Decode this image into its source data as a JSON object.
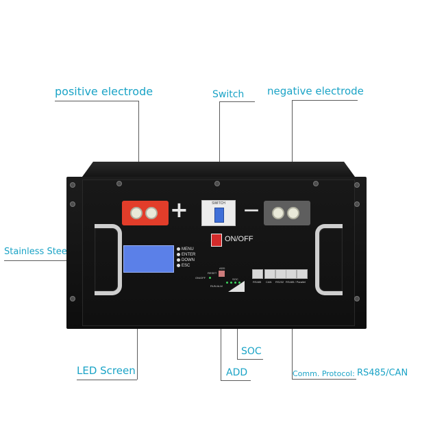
{
  "callouts": {
    "positive": "positive electrode",
    "switch": "Switch",
    "negative": "negative electrode",
    "handle": "Stainless Steel Handle",
    "led": "LED Screen",
    "soc": "SOC",
    "add": "ADD",
    "comm_label": "Comm. Protocol:",
    "comm_value": "RS485/CAN"
  },
  "panel": {
    "switch_label": "SWITCH",
    "onoff": "ON/OFF",
    "menu": [
      "MENU",
      "ENTER",
      "DOWN",
      "ESC"
    ],
    "reset": "RESET",
    "add_small": "ADD",
    "onoff_small": "ON/OFF",
    "run_alm": "RUN ALM",
    "soc_small": "SOC",
    "plus": "+",
    "minus": "—",
    "ports": [
      "RS485",
      "CAN",
      "RS232",
      "RS485 / Parallel"
    ]
  },
  "colors": {
    "accent": "#1aa3c6",
    "positive_terminal": "#e23d2a",
    "negative_terminal": "#5e5e5e",
    "lcd": "#5b80e8",
    "switch_knob": "#3f6fd8",
    "onoff_button": "#d42b2b"
  }
}
